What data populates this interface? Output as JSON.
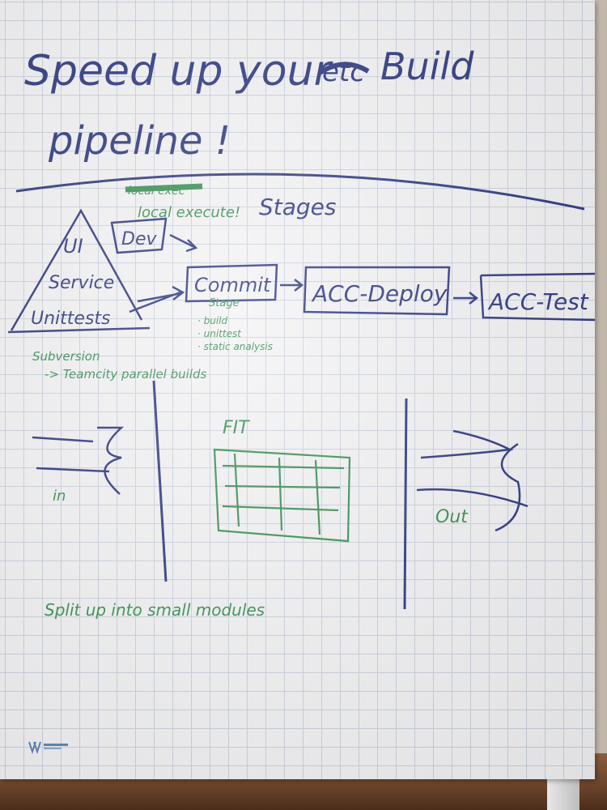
{
  "title": {
    "line1": "Speed up your",
    "crossed": "etc",
    "word": "Build",
    "line2": "pipeline !"
  },
  "pyramid": {
    "ui": "UI",
    "service": "Service",
    "unit": "Unittests"
  },
  "stages": {
    "note_crossed": "local exec",
    "note": "local execute!",
    "heading": "Stages",
    "dev": "Dev",
    "commit": "Commit",
    "commit_sub": "Stage",
    "commit_items": [
      "· build",
      "· unittest",
      "· static analysis"
    ],
    "acc_deploy": "ACC-Deploy",
    "acc_test": "ACC-Test"
  },
  "tools": {
    "line1": "Subversion",
    "line2": "-> Teamcity parallel builds"
  },
  "flow": {
    "in": "in",
    "fit": "FIT",
    "out": "Out"
  },
  "footer": "Split up into small modules",
  "colors": {
    "blue_ink": "#25307a",
    "green_ink": "#2f8a4a",
    "grid": "#c9d0dc"
  }
}
